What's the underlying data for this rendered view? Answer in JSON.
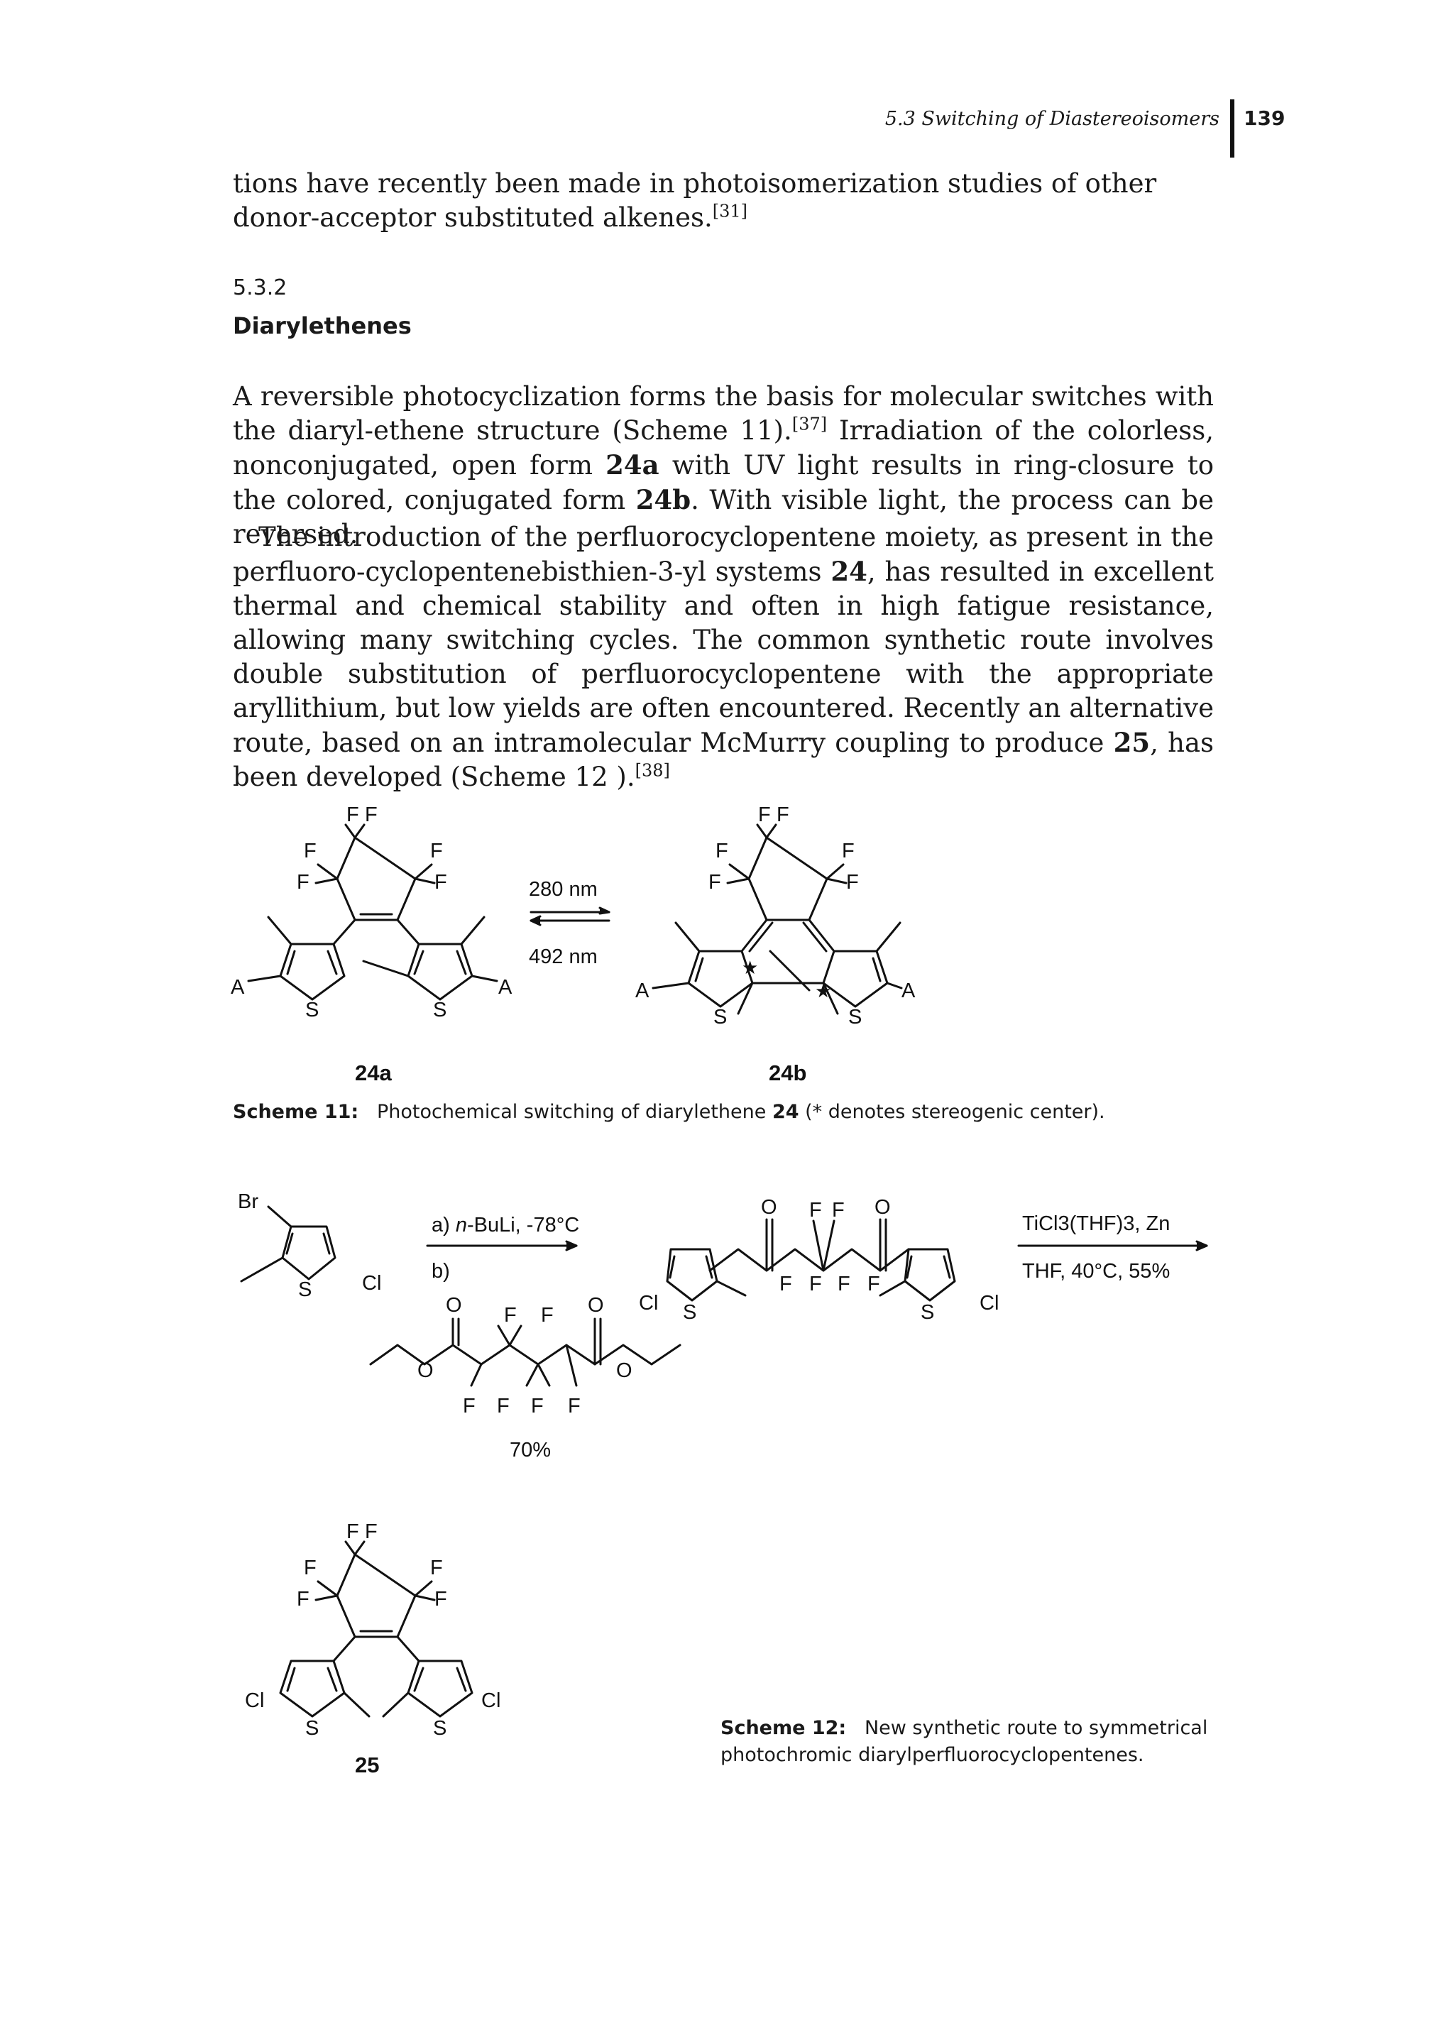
{
  "header": {
    "running_head": "5.3 Switching of Diastereoisomers",
    "page_number": "139"
  },
  "intro_paragraph": {
    "text": "tions have recently been made in photoisomerization studies of other donor-acceptor substituted alkenes.",
    "ref": "[31]"
  },
  "section": {
    "number": "5.3.2",
    "title": "Diarylethenes"
  },
  "paragraph_1": {
    "part1": "A reversible photocyclization forms the basis for molecular switches with the diaryl-ethene structure (Scheme 11).",
    "ref": "[37]",
    "part2": " Irradiation of the colorless, nonconjugated, open form ",
    "compound_a": "24a",
    "part3": " with UV light results in ring-closure to the colored, conjugated form ",
    "compound_b": "24b",
    "part4": ". With visible light, the process can be reversed."
  },
  "paragraph_2": {
    "part1": "The introduction of the perfluorocyclopentene moiety, as present in the perfluoro-cyclopentenebisthien-3-yl systems ",
    "compound": "24",
    "part2": ", has resulted in excellent thermal and chemical stability and often in high fatigue resistance, allowing many switching cycles. The common synthetic route involves double substitution of perfluorocyclopentene with the appropriate aryllithium, but low yields are often encountered. Recently an alternative route, based on an intramolecular McMurry coupling to produce ",
    "compound_2": "25",
    "part3": ", has been developed (Scheme 12 ).",
    "ref": "[38]"
  },
  "scheme_11": {
    "forward_condition": "280 nm",
    "reverse_condition": "492 nm",
    "label_open": "24a",
    "label_closed": "24b",
    "atoms": {
      "F": "F",
      "S": "S",
      "A": "A",
      "star": "★"
    },
    "caption_label": "Scheme 11:",
    "caption_text": "Photochemical switching of diarylethene ",
    "caption_compound": "24",
    "caption_text2": " (* denotes stereogenic center)."
  },
  "scheme_12": {
    "step_a": "a) n-BuLi, -78°C",
    "step_a_prefix": "a) ",
    "step_a_italic": "n",
    "step_a_rest": "-BuLi, -78°C",
    "step_b": "b)",
    "yield_1": "70%",
    "reagent_line1": "TiCl3(THF)3, Zn",
    "reagent_line2": "THF, 40°C, 55%",
    "atoms": {
      "Br": "Br",
      "Cl": "Cl",
      "S": "S",
      "O": "O",
      "F": "F"
    },
    "product_label": "25",
    "caption_label": "Scheme 12:",
    "caption_text": "New synthetic route to symmetrical photochromic diarylperfluorocyclopentenes."
  }
}
